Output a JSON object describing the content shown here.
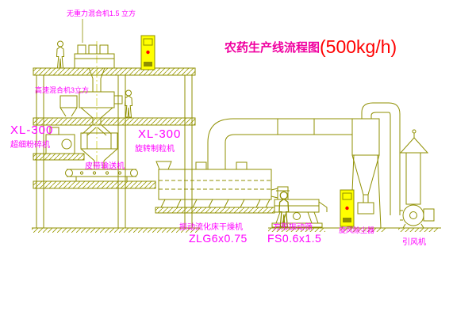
{
  "title": {
    "main": "农药生产线流程图",
    "capacity": "(500kg/h)"
  },
  "labels": {
    "top_mixer": "无重力混合机1.5 立方",
    "high_speed_mixer": "高速混合机3立方",
    "pulverizer_model": "XL-300",
    "pulverizer_name": "超细粉碎机",
    "granulator_model": "XL-300",
    "granulator_name": "旋转制粒机",
    "belt_conveyor": "皮带输送机",
    "dryer_name": "振动流化床干燥机",
    "dryer_model": "ZLG6x0.75",
    "screen_name": "方形振动筛",
    "screen_model": "FS0.6x1.5",
    "cyclone": "旋风除尘器",
    "fan": "引风机"
  },
  "colors": {
    "drawing_line": "#8f8f00",
    "label_magenta": "#ff00ff",
    "title_red": "#ff0000",
    "panel_yellow": "#ffff00",
    "indicator_red": "#ff0000",
    "background": "#ffffff"
  }
}
